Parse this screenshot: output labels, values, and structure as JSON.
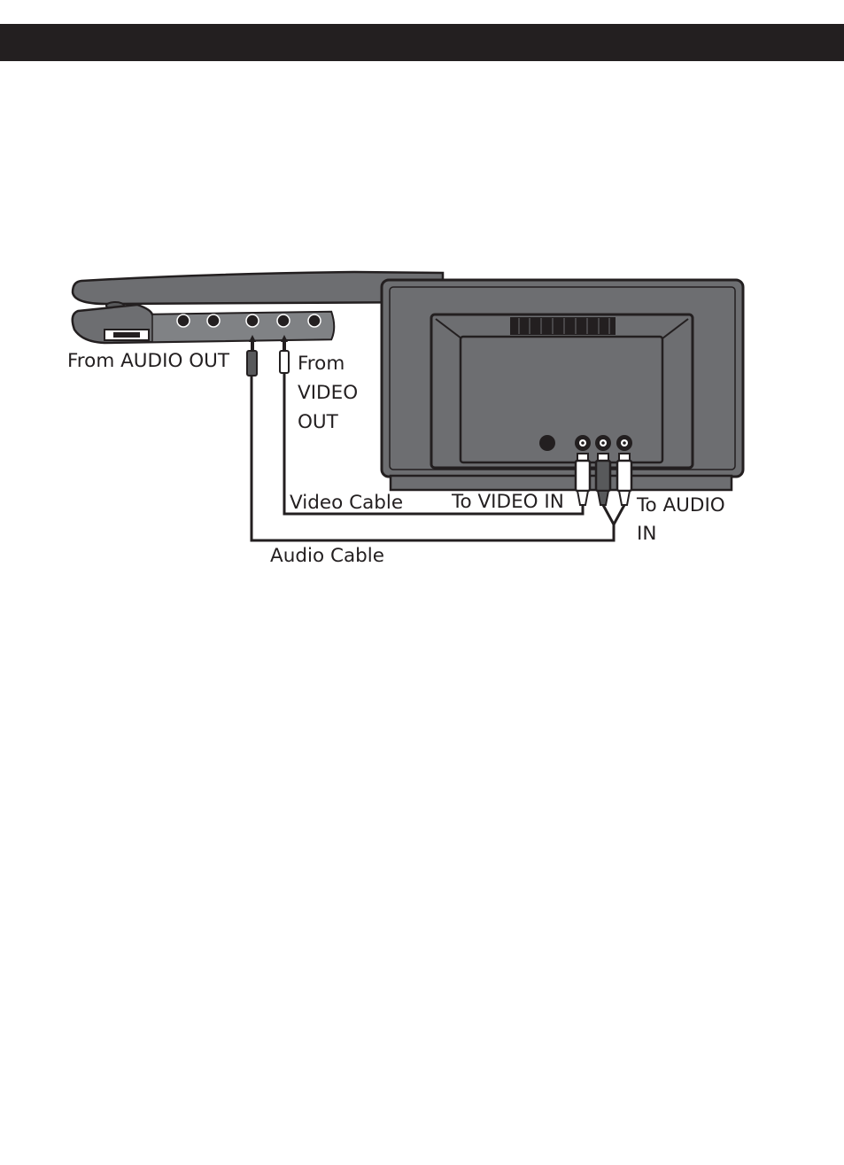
{
  "labels": {
    "from_audio_out": "From AUDIO OUT",
    "from_video_out": [
      "From",
      "VIDEO",
      "OUT"
    ],
    "video_cable": "Video Cable",
    "to_video_in": "To VIDEO IN",
    "to_audio_in": [
      "To AUDIO",
      "IN"
    ],
    "audio_cable": "Audio Cable"
  },
  "colors": {
    "header_bar": "#231f20",
    "device_gray": "#6d6e71",
    "dark_gray": "#58595b",
    "line": "#231f20"
  }
}
